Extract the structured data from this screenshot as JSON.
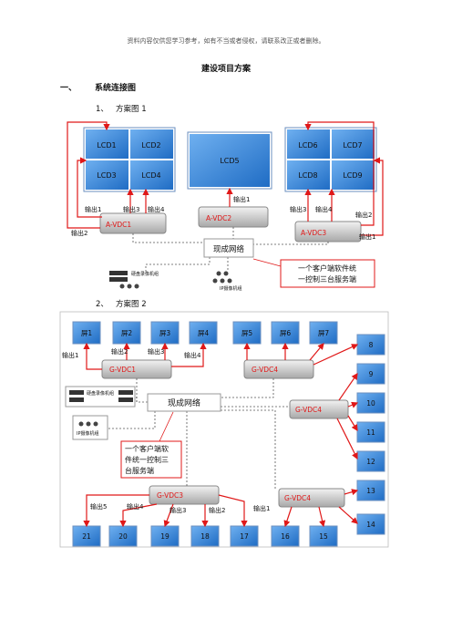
{
  "header_note": "资料内容仅供您学习参考，如有不当或者侵权，请联系改正或者删除。",
  "doc_title": "建设项目方案",
  "section": {
    "num": "一、",
    "title": "系统连接图"
  },
  "plans": [
    {
      "num": "1、",
      "title": "方案图 1"
    },
    {
      "num": "2、",
      "title": "方案图 2"
    }
  ],
  "diagram1": {
    "wall_left": [
      "LCD1",
      "LCD2",
      "LCD3",
      "LCD4"
    ],
    "wall_center": "LCD5",
    "wall_right": [
      "LCD6",
      "LCD7",
      "LCD8",
      "LCD9"
    ],
    "servers": [
      "A-VDC1",
      "A-VDC2",
      "A-VDC3"
    ],
    "outputs_left": [
      "输出1",
      "输出3",
      "输出4",
      "输出2"
    ],
    "output_center": "输出1",
    "outputs_right": [
      "输出3",
      "输出4",
      "输出2",
      "输出1"
    ],
    "network": "现成网络",
    "note": "一个客户端软件统一控制三台服务端",
    "device1": "硬盘录像机组",
    "device2": "IP摄像机组"
  },
  "diagram2": {
    "screens_top": [
      "屏1",
      "屏2",
      "屏3",
      "屏4",
      "屏5",
      "屏6",
      "屏7"
    ],
    "screens_right": [
      "8",
      "9",
      "10",
      "11",
      "12",
      "13",
      "14"
    ],
    "screens_bottom": [
      "21",
      "20",
      "19",
      "18",
      "17",
      "16",
      "15"
    ],
    "servers": [
      "G-VDC1",
      "G-VDC4",
      "G-VDC4",
      "G-VDC3",
      "G-VDC4"
    ],
    "outputs_top_left": [
      "输出1",
      "输出2",
      "输出3",
      "输出4"
    ],
    "outputs_bottom": [
      "输出5",
      "输出4",
      "输出3",
      "输出2",
      "输出1"
    ],
    "network": "现成网络",
    "note": "一个客户端软件统一控制三台服务端",
    "device1": "硬盘录像机组",
    "device2": "IP摄像机组"
  },
  "colors": {
    "screen": "#2f7fd6",
    "arrow": "#e01818",
    "server": "#cfcfcf",
    "tile_border": "#6b8fbf"
  }
}
